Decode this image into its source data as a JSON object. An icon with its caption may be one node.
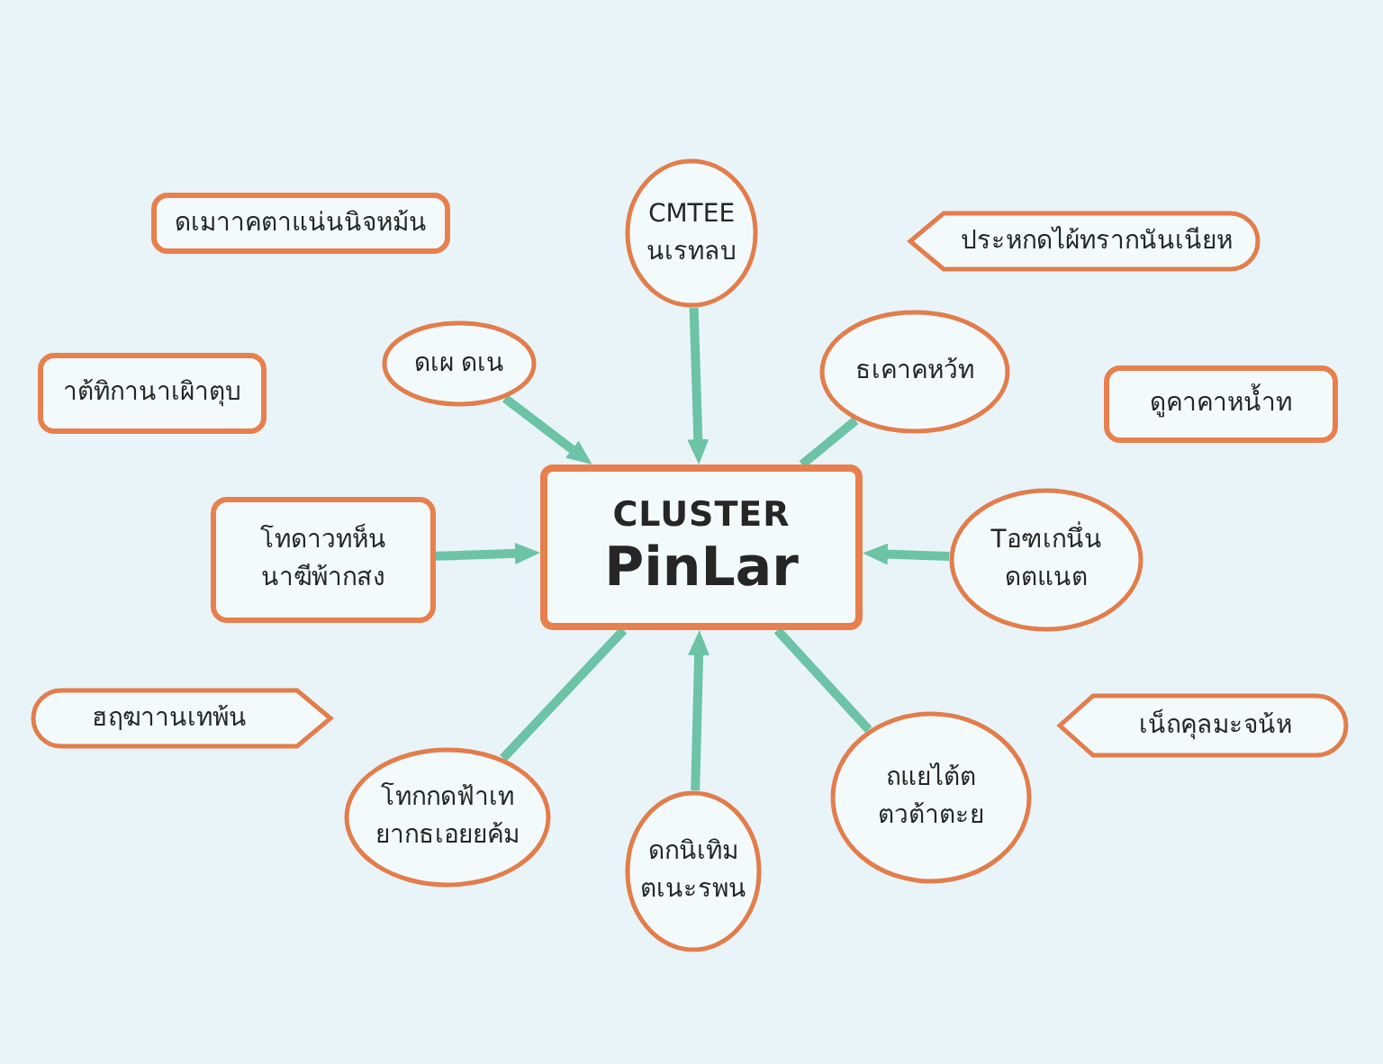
{
  "diagram": {
    "nodes": [
      {
        "text": [
          "ดเมาาคตาแน่นนิจหม้น"
        ]
      },
      {
        "text": [
          "CMTEE นเรทลบ"
        ]
      },
      {
        "text": [
          "ประหกดไผ้ทรากนันเนียห"
        ]
      },
      {
        "text": [
          "าต้ทิกานาเผิาตุบ"
        ]
      },
      {
        "text": [
          "ดเผ ดเน"
        ]
      },
      {
        "text": [
          "ธเคาคหว้ท"
        ]
      },
      {
        "text": [
          "ดูคาคาหน้ำท"
        ]
      },
      {
        "text": [
          "โทดาวทห็น นาฆีพ้ากสง"
        ]
      },
      {
        "text": [
          "CLUSTER",
          "PinLar"
        ]
      },
      {
        "text": [
          "Tอฑเกนึ่น ดตแนต"
        ]
      },
      {
        "text": [
          "ฮฤฆาานเทพ้น"
        ]
      },
      {
        "text": [
          "เน็ถคุลมะจน้ห"
        ]
      },
      {
        "text": [
          "ถแยไต้ต ตวต้าตะย"
        ]
      },
      {
        "text": [
          "โทกกดฟ้าเท ยากธเอยยค้ม"
        ]
      },
      {
        "text": [
          "ดกนิเทิม ตเนะรพน"
        ]
      }
    ],
    "edges": [
      {
        "from": 4,
        "to": 8,
        "arrow": "to"
      },
      {
        "from": 1,
        "to": 8,
        "arrow": "to"
      },
      {
        "from": 5,
        "to": 8,
        "arrow": "none"
      },
      {
        "from": 7,
        "to": 8,
        "arrow": "to"
      },
      {
        "from": 9,
        "to": 8,
        "arrow": "to"
      },
      {
        "from": 13,
        "to": 8,
        "arrow": "none"
      },
      {
        "from": 14,
        "to": 8,
        "arrow": "to"
      },
      {
        "from": 12,
        "to": 8,
        "arrow": "none"
      }
    ]
  }
}
